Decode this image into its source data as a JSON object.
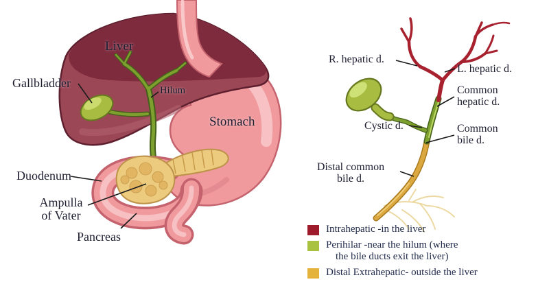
{
  "left_diagram": {
    "labels": {
      "liver": "Liver",
      "gallbladder": "Gallbladder",
      "hilum": "Hilum",
      "stomach": "Stomach",
      "duodenum": "Duodenum",
      "ampulla_line1": "Ampulla",
      "ampulla_line2": "of Vater",
      "pancreas": "Pancreas"
    }
  },
  "right_diagram": {
    "labels": {
      "r_hepatic_duct": "R. hepatic d.",
      "l_hepatic_duct": "L. hepatic d.",
      "common_hepatic_line1": "Common",
      "common_hepatic_line2": "hepatic d.",
      "cystic_duct": "Cystic d.",
      "common_bile_line1": "Common",
      "common_bile_line2": "bile d.",
      "distal_common_line1": "Distal common",
      "distal_common_line2": "bile d."
    }
  },
  "legend": {
    "items": [
      {
        "label": "Intrahepatic -in the liver",
        "color": "#9e1b2c"
      },
      {
        "label": "Perihilar -near the hilum (where",
        "label_line2": "the bile ducts exit the liver)",
        "color": "#a9c23f"
      },
      {
        "label": "Distal Extrahepatic- outside the liver",
        "color": "#e4b33c"
      }
    ]
  },
  "colors": {
    "liver": "#9c4756",
    "liver-dark": "#7e2b3e",
    "liver-outline": "#5e1f2e",
    "stomach": "#f09a9e",
    "stomach-outline": "#c4636d",
    "stomach-highlight": "#f9c9ca",
    "pancreas": "#ecca7e",
    "pancreas-outline": "#bd924a",
    "gallbladder": "#a9bc42",
    "gallbladder-outline": "#66781f",
    "duct-green": "#7da02e",
    "duct-green-dark": "#44601a",
    "duct-red": "#a8212f",
    "duct-gold": "#dca840",
    "duct-gold-dark": "#a9791f",
    "sprig": "#ecd9a2",
    "leader": "#1a1a1a",
    "label-text": "#1d1d30",
    "legend-text": "#232c4c"
  }
}
